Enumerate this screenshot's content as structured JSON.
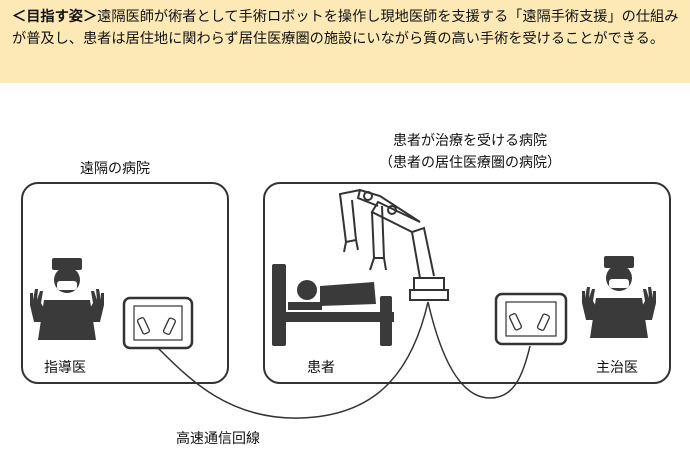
{
  "banner": {
    "lead": "＜目指す姿＞",
    "text": "遠隔医師が術者として手術ロボットを操作し現地医師を支援する「遠隔手術支援」の仕組みが普及し、患者は居住地に関わらず居住医療圏の施設にいながら質の高い手術を受けることができる。",
    "color": "#fde9b6"
  },
  "remote": {
    "title": "遠隔の病院",
    "doctor_label": "指導医"
  },
  "local": {
    "title_line1": "患者が治療を受ける病院",
    "title_line2": "（患者の居住医療圏の病院）",
    "patient_label": "患者",
    "doctor_label": "主治医"
  },
  "connection": {
    "label": "高速通信回線"
  },
  "icons": {
    "remote_doctor": "surgeon-icon",
    "remote_monitor": "monitor-icon",
    "robot": "robot-arm-icon",
    "bed": "bed-icon",
    "local_monitor": "monitor-icon",
    "local_doctor": "surgeon-icon"
  },
  "colors": {
    "line": "#333333",
    "fill": "#3a3a3a"
  }
}
